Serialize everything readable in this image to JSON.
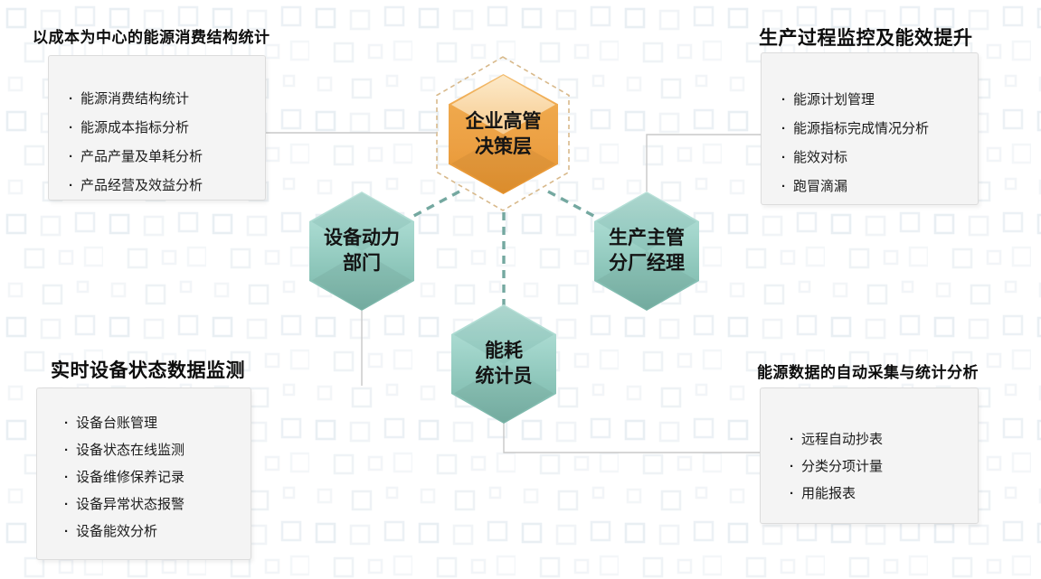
{
  "bullet": "·",
  "panels": {
    "top_left": {
      "title": "以成本为中心的能源消费结构统计",
      "items": [
        "能源消费结构统计",
        "能源成本指标分析",
        "产品产量及单耗分析",
        "产品经营及效益分析"
      ]
    },
    "top_right": {
      "title": "生产过程监控及能效提升",
      "items": [
        "能源计划管理",
        "能源指标完成情况分析",
        "能效对标",
        "跑冒滴漏"
      ]
    },
    "bottom_left": {
      "title": "实时设备状态数据监测",
      "items": [
        "设备台账管理",
        "设备状态在线监测",
        "设备维修保养记录",
        "设备异常状态报警",
        "设备能效分析"
      ]
    },
    "bottom_right": {
      "title": "能源数据的自动采集与统计分析",
      "items": [
        "远程自动抄表",
        "分类分项计量",
        "用能报表"
      ]
    }
  },
  "nodes": {
    "center": {
      "line1": "企业高管",
      "line2": "决策层"
    },
    "left": {
      "line1": "设备动力",
      "line2": "部门"
    },
    "right": {
      "line1": "生产主管",
      "line2": "分厂经理"
    },
    "bottom": {
      "line1": "能耗",
      "line2": "统计员"
    }
  },
  "colors": {
    "center_node": "#eda64a",
    "staff_node": "#8fc8bc",
    "dashed_connector": "#74a8a0",
    "line_connector": "#c8c8c8",
    "center_outline": "#d8b98b",
    "panel_bg": "#f4f4f4"
  }
}
